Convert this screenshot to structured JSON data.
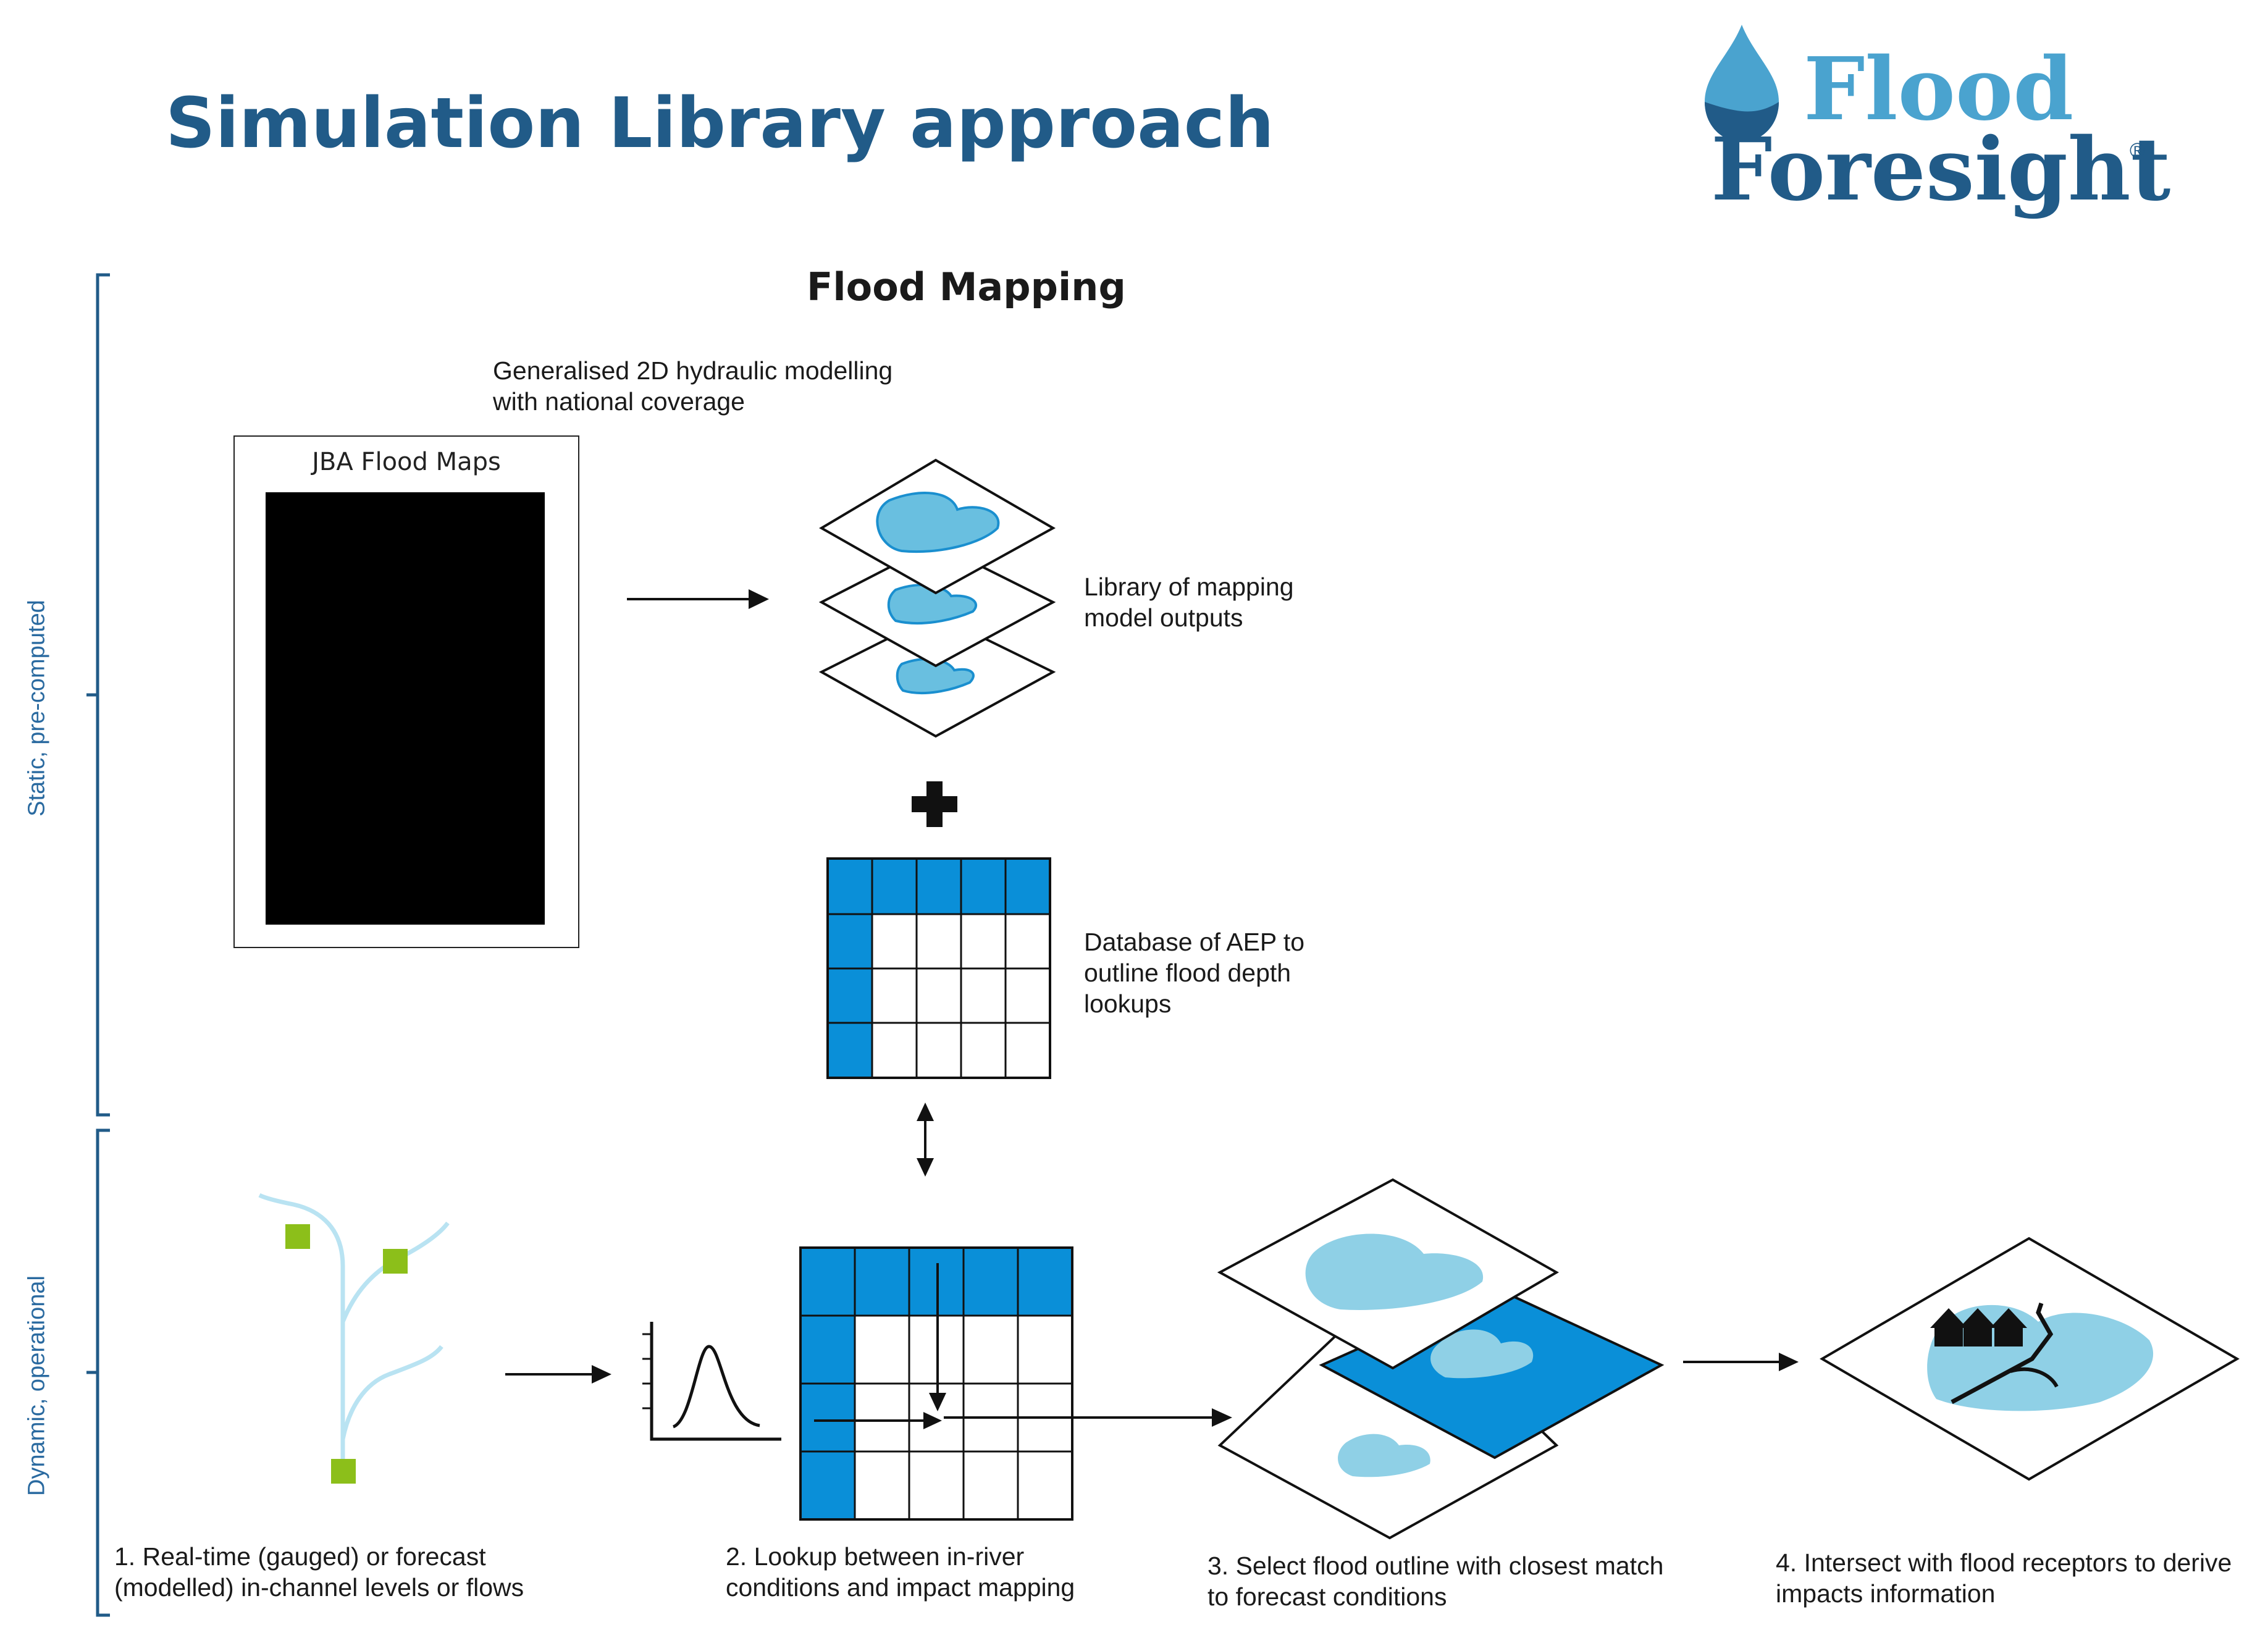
{
  "header": {
    "title": "Simulation Library approach",
    "logo_line1": "Flood",
    "logo_line2": "Foresight",
    "logo_reg": "®"
  },
  "side_labels": {
    "static": "Static, pre-computed",
    "dynamic": "Dynamic, operational"
  },
  "flood_mapping": {
    "title": "Flood Mapping",
    "hydraulic_line1": "Generalised 2D hydraulic modelling",
    "hydraulic_line2": "with national coverage",
    "map_title": "JBA Flood Maps",
    "library_line1": "Library of mapping",
    "library_line2": "model outputs",
    "database_line1": "Database of AEP to",
    "database_line2": "outline flood depth",
    "database_line3": "lookups"
  },
  "steps": [
    {
      "line1": "1. Real-time (gauged) or forecast",
      "line2": "(modelled) in-channel levels or flows"
    },
    {
      "line1": "2. Lookup between in-river",
      "line2": "conditions and impact mapping"
    },
    {
      "line1": "3. Select flood outline with closest match",
      "line2": "to forecast conditions"
    },
    {
      "line1": "4. Intersect with flood receptors to derive",
      "line2": "impacts information"
    }
  ],
  "colors": {
    "title_blue": "#215b88",
    "logo_light_blue": "#4aa3cf",
    "table_blue": "#0a8fd8",
    "flood_blue": "#69bfe0",
    "gauge_green": "#8cbf1a",
    "river": "#b9e3f2"
  }
}
